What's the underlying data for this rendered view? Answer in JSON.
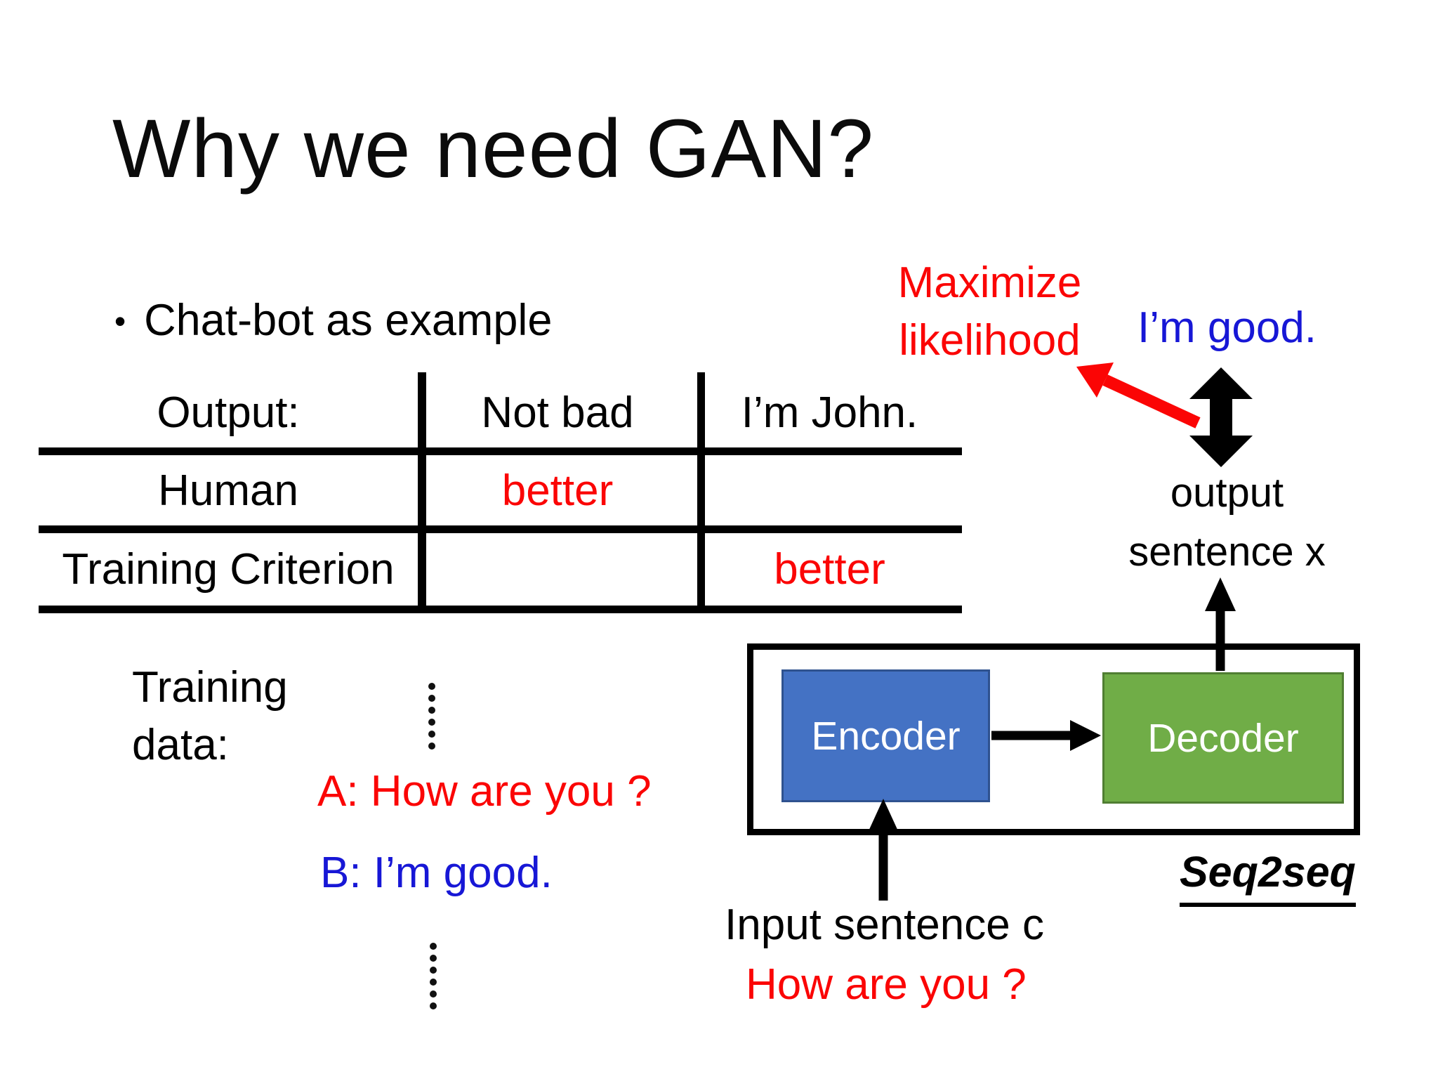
{
  "theme": {
    "red": "#fb0505",
    "blue": "#1717d6",
    "encoder_fill": "#4472c4",
    "encoder_border": "#2f528f",
    "decoder_fill": "#70ad47",
    "decoder_border": "#507e32",
    "line_color": "#000000"
  },
  "slide": {
    "title": "Why we need GAN?"
  },
  "bullet": {
    "marker": "•",
    "text": "Chat-bot as example"
  },
  "table": {
    "rows": [
      {
        "cells": [
          {
            "text": "Output:"
          },
          {
            "text": "Not bad"
          },
          {
            "text": "I’m John."
          }
        ]
      },
      {
        "cells": [
          {
            "text": "Human"
          },
          {
            "text": "better",
            "color": "red"
          },
          {
            "text": ""
          }
        ]
      },
      {
        "cells": [
          {
            "text": "Training Criterion"
          },
          {
            "text": ""
          },
          {
            "text": "better",
            "color": "red"
          }
        ]
      }
    ]
  },
  "annotation": {
    "maximize": {
      "line1": "Maximize",
      "line2": "likelihood"
    },
    "im_good": "I’m good.",
    "output_sentence": {
      "line1": "output",
      "line2": "sentence x"
    }
  },
  "training": {
    "label": {
      "line1": "Training",
      "line2": "data:"
    },
    "dialog_a": "A: How are you ?",
    "dialog_b": "B: I’m good."
  },
  "seq2seq": {
    "encoder": "Encoder",
    "decoder": "Decoder",
    "label": "Seq2seq",
    "input_sentence": "Input sentence c",
    "input_example": "How are you ?"
  }
}
